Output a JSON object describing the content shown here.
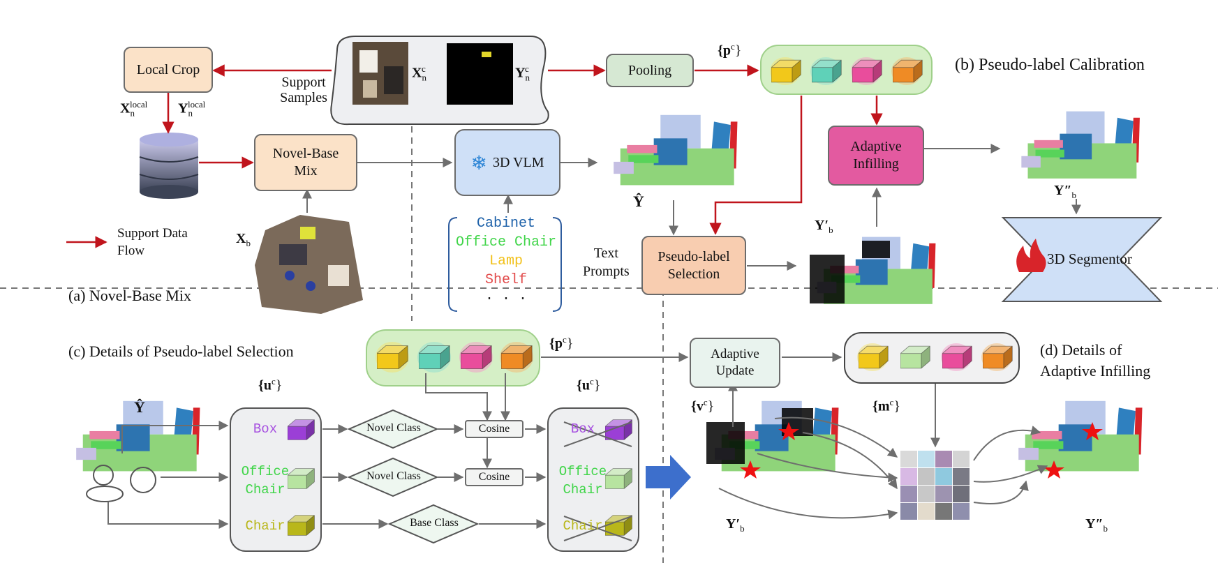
{
  "colors": {
    "red_arrow": "#c0141c",
    "gray_arrow": "#6e6e6e",
    "blue_arrow": "#3d6fcc",
    "peach_box": "#fbe2c8",
    "green_box": "#d6e8d3",
    "blue_box": "#cfe0f7",
    "pink_box": "#e35aa0",
    "salmon_box": "#f8cdb0",
    "prototype_panel": "#d5efc6",
    "cube_yellow": "#f2c81a",
    "cube_teal": "#5fd1b8",
    "cube_pink": "#e94d9c",
    "cube_orange": "#ef8b25",
    "cube_purple": "#9b3fd6",
    "cube_lightgreen": "#a9e28a",
    "cube_olive": "#b9b71a"
  },
  "panel_a": {
    "title": "(a) Novel-Base Mix",
    "local_crop": "Local Crop",
    "novel_base_mix": "Novel-Base Mix",
    "support_samples": "Support Samples",
    "x_local": "X",
    "x_local_sub": "n",
    "x_local_sup": "local",
    "y_local": "Y",
    "y_local_sub": "n",
    "y_local_sup": "local",
    "x_b": "X",
    "x_b_sub": "b",
    "legend_text_1": "Support Data",
    "legend_text_2": "Flow"
  },
  "support": {
    "x_n": "X",
    "x_sub": "n",
    "x_sup": "c",
    "y_n": "Y",
    "y_sub": "n",
    "y_sup": "c"
  },
  "panel_b": {
    "title": "(b) Pseudo-label Calibration",
    "pooling": "Pooling",
    "p_c": "{p",
    "p_c_sup": "c",
    "p_c_close": "}",
    "vlm": "3D VLM",
    "y_hat": "Ŷ",
    "prompts_label_1": "Text",
    "prompts_label_2": "Prompts",
    "prompts": [
      "Cabinet",
      "Office Chair",
      "Lamp",
      "Shelf",
      "· · ·"
    ],
    "prompt_colors": [
      "#1a5fa8",
      "#41d54a",
      "#f2c11a",
      "#e24b4b",
      "#222222"
    ],
    "pseudo_selection_1": "Pseudo-label",
    "pseudo_selection_2": "Selection",
    "adaptive_infilling_1": "Adaptive",
    "adaptive_infilling_2": "Infilling",
    "y_prime": "Y",
    "y_prime_mark": "′",
    "y_prime_sub": "b",
    "y_dprime": "Y",
    "y_dprime_mark": "″",
    "y_dprime_sub": "b",
    "segmentor": "3D Segmentor"
  },
  "panel_c": {
    "title": "(c) Details of Pseudo-label Selection",
    "y_hat": "Ŷ",
    "u_c": "{u",
    "u_c_sup": "c",
    "u_c_close": "}",
    "p_c": "{p",
    "p_c_sup": "c",
    "p_c_close": "}",
    "classes": [
      "Box",
      "Office\nChair",
      "Chair"
    ],
    "class_colors": [
      "#a64fe0",
      "#41d54a",
      "#b9b71a"
    ],
    "novel_class": "Novel Class",
    "base_class": "Base Class",
    "cosine": "Cosine"
  },
  "panel_d": {
    "title_1": "(d) Details of",
    "title_2": "Adaptive Infilling",
    "adaptive_update_1": "Adaptive",
    "adaptive_update_2": "Update",
    "v_c": "{v",
    "v_c_sup": "c",
    "v_c_close": "}",
    "m_c": "{m",
    "m_c_sup": "c",
    "m_c_close": "}",
    "y_prime": "Y",
    "y_prime_mark": "′",
    "y_prime_sub": "b",
    "y_dprime": "Y",
    "y_dprime_mark": "″",
    "y_dprime_sub": "b",
    "grid_colors": [
      "#d9d9d9",
      "#bfe0ee",
      "#a98ab2",
      "#d4d4d4",
      "#d8b9e4",
      "#c4c4c4",
      "#8fc9df",
      "#7a7a85",
      "#9a8fb3",
      "#c8c8c8",
      "#9d93b0",
      "#6f6f7a",
      "#8a8aa8",
      "#e3dbcc",
      "#777777",
      "#8f8fad"
    ]
  }
}
